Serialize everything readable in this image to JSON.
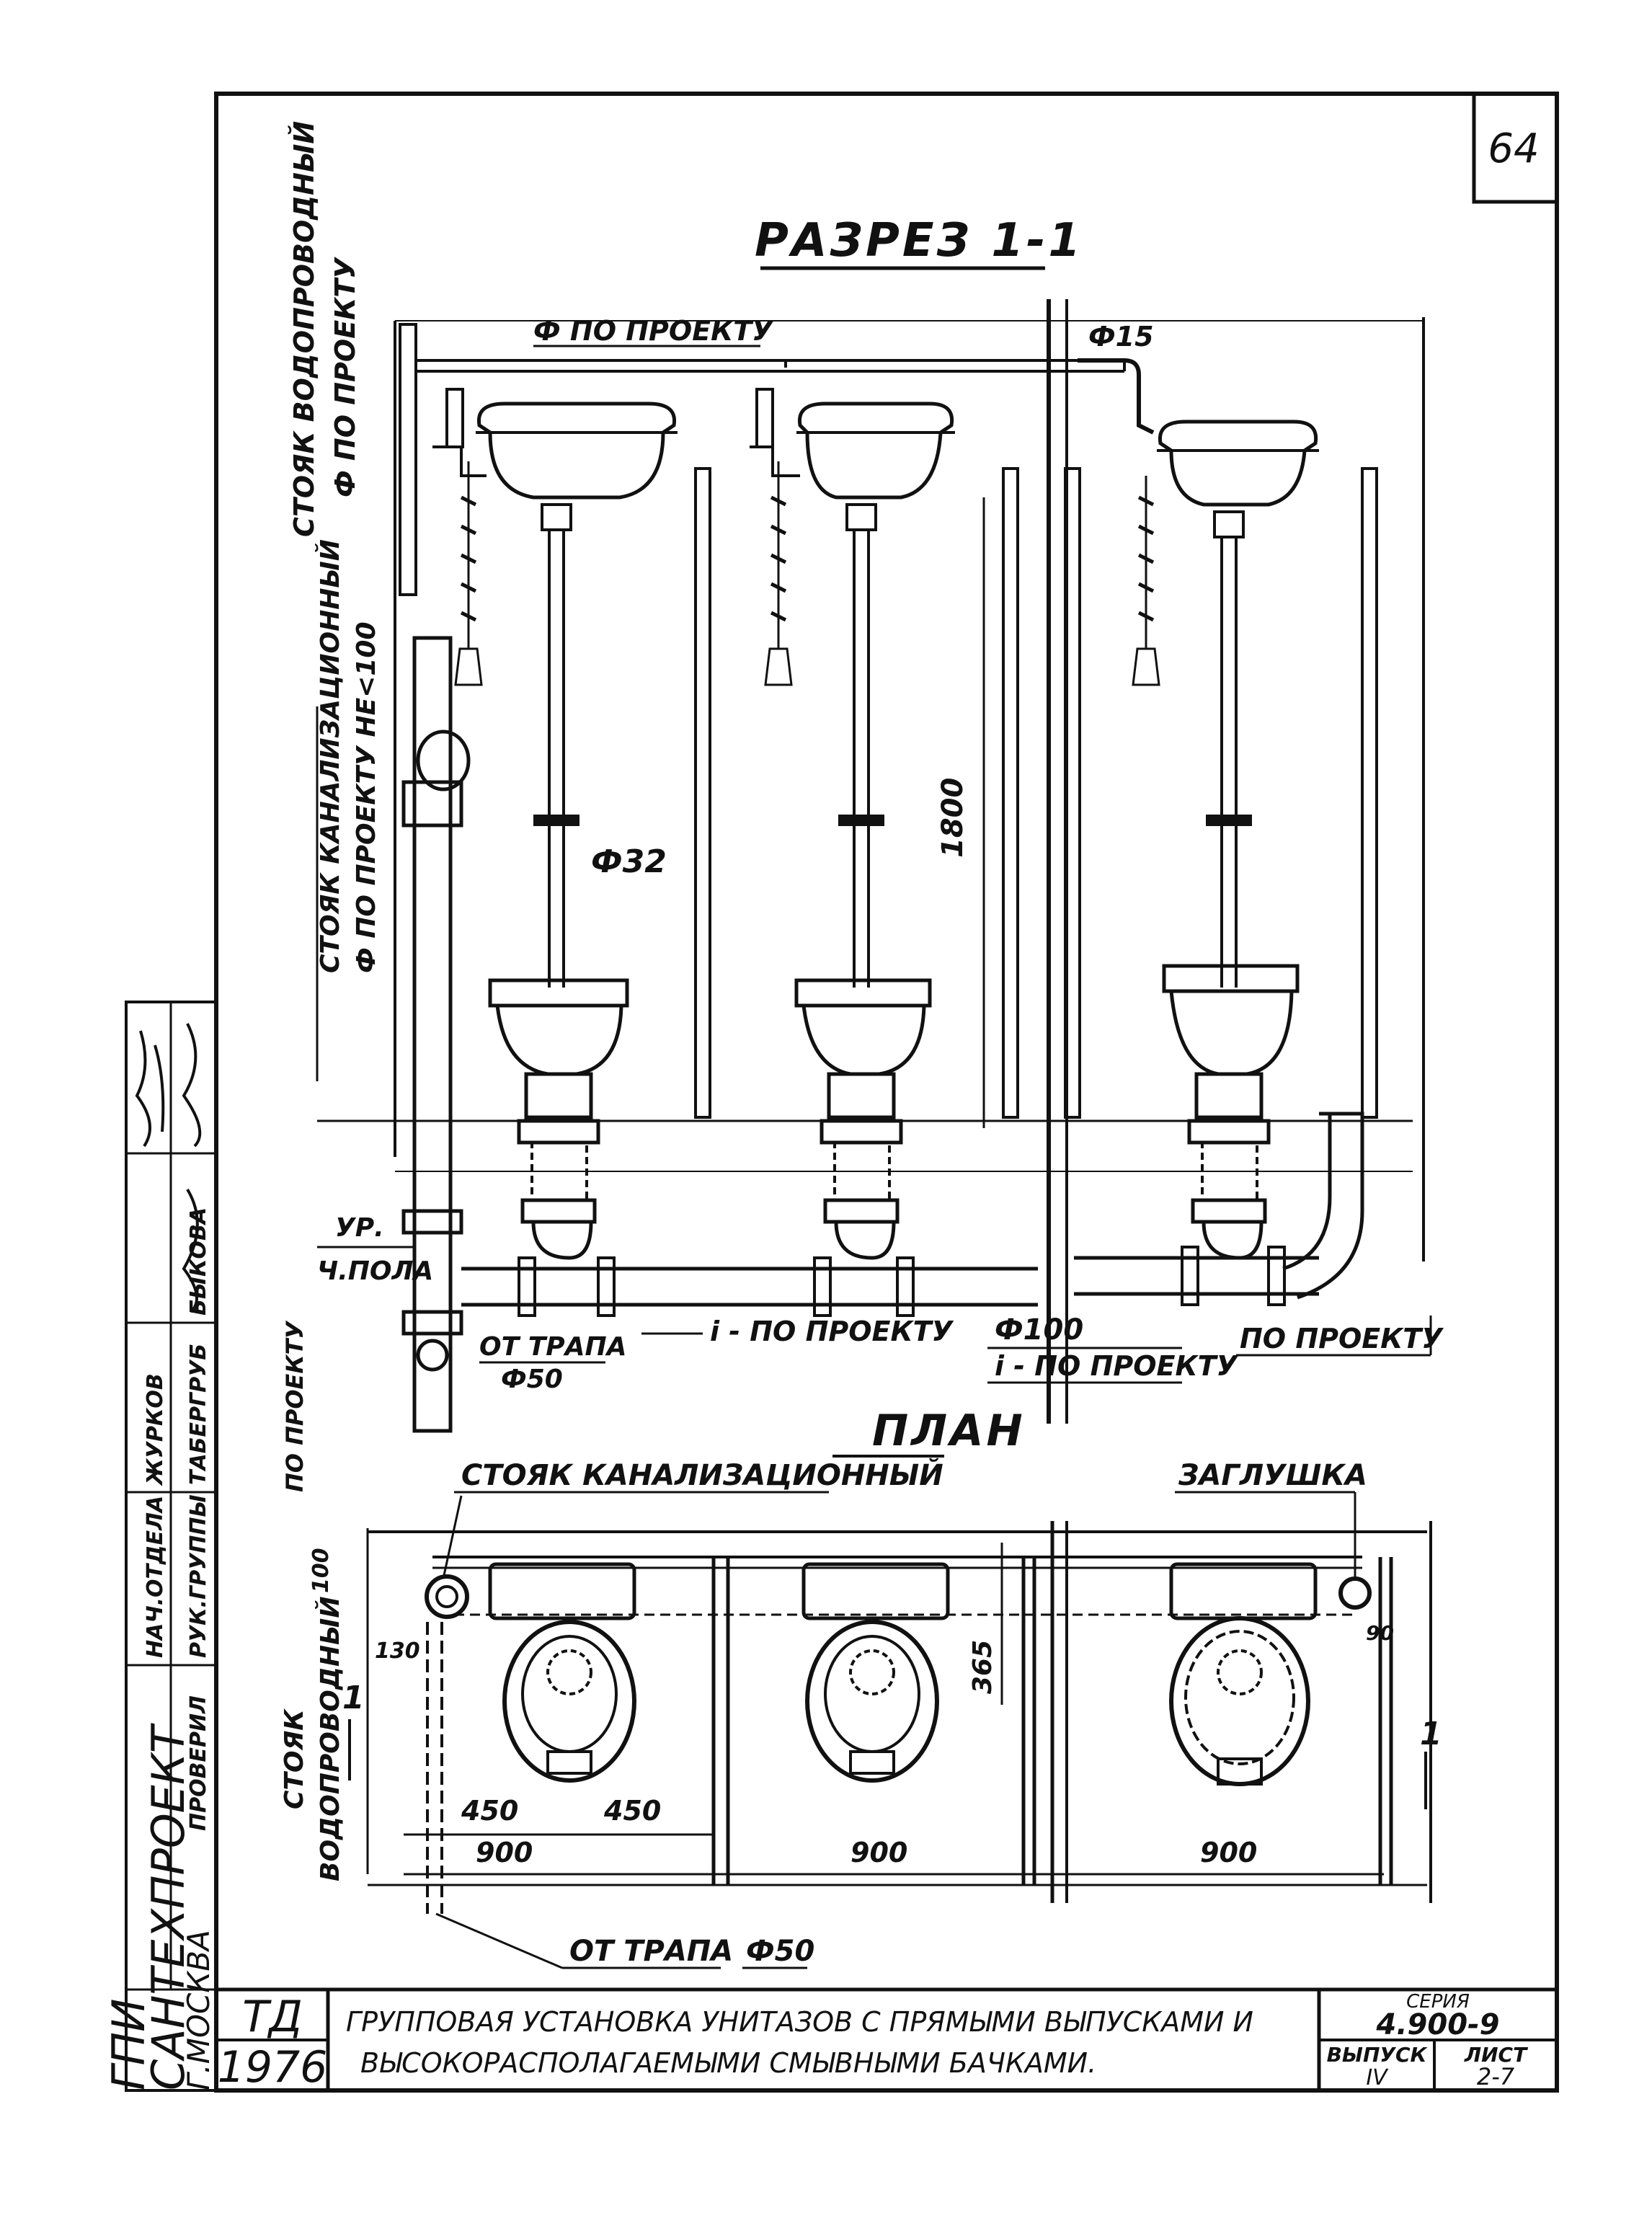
{
  "sheet": {
    "page_number": "64",
    "section_title": "РАЗРЕЗ 1-1",
    "plan_title": "ПЛАН"
  },
  "section": {
    "riser_water_label": "СТОЯК ВОДОПРОВОДНЫЙ",
    "riser_water_size": "Ф ПО ПРОЕКТУ",
    "pipe_size_1": "Ф ПО ПРОЕКТУ",
    "pipe_size_2": "Ф15",
    "riser_sewer_label": "СТОЯК КАНАЛИЗАЦИОННЫЙ",
    "riser_sewer_size": "Ф ПО ПРОЕКТУ НЕ<100",
    "flush_pipe": "Ф32",
    "height_dim": "1800",
    "floor_level_1": "УР.",
    "floor_level_2": "Ч.ПОЛА",
    "from_drain": "ОТ ТРАПА",
    "from_drain_size": "Ф50",
    "slope": "i - ПО ПРОЕКТУ",
    "main_pipe": "Ф100",
    "main_slope": "i - ПО ПРОЕКТУ",
    "by_project": "ПО ПРОЕКТУ"
  },
  "plan": {
    "sewer_riser": "СТОЯК КАНАЛИЗАЦИОННЫЙ",
    "plug": "ЗАГЛУШКА",
    "by_project": "ПО ПРОЕКТУ",
    "dim_100": "100",
    "dim_130": "130",
    "dim_365": "365",
    "dim_90": "90",
    "dim_450a": "450",
    "dim_450b": "450",
    "dim_900a": "900",
    "dim_900b": "900",
    "dim_900c": "900",
    "water_riser_1": "СТОЯК",
    "water_riser_2": "ВОДОПРОВОДНЫЙ",
    "section_mark": "1",
    "from_drain": "ОТ ТРАПА",
    "from_drain_size": "Ф50"
  },
  "stamp": {
    "rows": [
      {
        "role": "НАЧ.ОТДЕЛА",
        "name": "ЖУРКОВ"
      },
      {
        "role": "РУК.ГРУППЫ",
        "name": "ТАБЕРГРУБ"
      },
      {
        "role": "ПРОВЕРИЛ",
        "name": "БЫКОВА"
      }
    ],
    "org_1": "ГПИ",
    "org_2": "САНТЕХПРОЕКТ",
    "org_3": "Г.МОСКВА"
  },
  "title_block": {
    "code": "ТД",
    "year": "1976",
    "title_line_1": "ГРУППОВАЯ УСТАНОВКА УНИТАЗОВ С ПРЯМЫМИ ВЫПУСКАМИ И",
    "title_line_2": "ВЫСОКОРАСПОЛАГАЕМЫМИ СМЫВНЫМИ БАЧКАМИ.",
    "series_label": "СЕРИЯ",
    "series": "4.900-9",
    "issue_label": "ВЫПУСК",
    "issue": "IV",
    "sheet_label": "ЛИСТ",
    "sheet": "2-7"
  }
}
